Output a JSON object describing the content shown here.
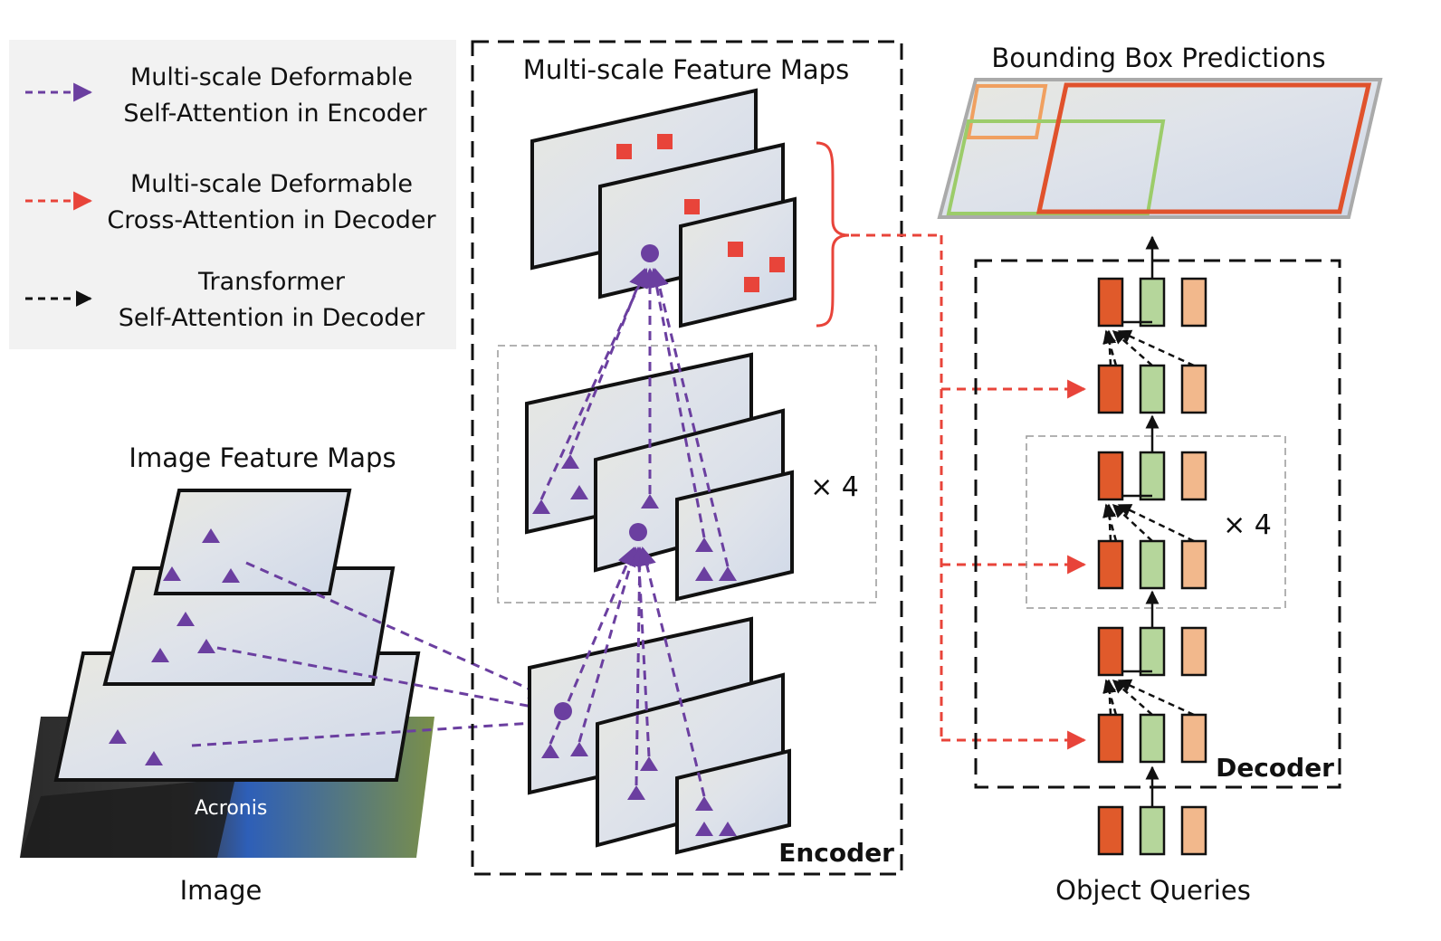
{
  "legend": {
    "items": [
      {
        "line1": "Multi-scale Deformable",
        "line2": "Self-Attention in Encoder",
        "color": "#6b3fa0"
      },
      {
        "line1": "Multi-scale Deformable",
        "line2": "Cross-Attention in Decoder",
        "color": "#e8443a"
      },
      {
        "line1": "Transformer",
        "line2": "Self-Attention in Decoder",
        "color": "#111111"
      }
    ]
  },
  "labels": {
    "image_feature_maps": "Image Feature Maps",
    "image": "Image",
    "multiscale_feature_maps": "Multi-scale Feature Maps",
    "encoder": "Encoder",
    "repeat_encoder": "× 4",
    "bbox_predictions": "Bounding Box Predictions",
    "decoder": "Decoder",
    "repeat_decoder": "× 4",
    "object_queries": "Object Queries",
    "jersey_text": "Acronis"
  },
  "colors": {
    "encoder_attention": "#6b3fa0",
    "decoder_cross_attention": "#e8443a",
    "query_red": "#e05a2b",
    "query_green": "#b5d69b",
    "query_orange": "#f2b88c",
    "box_orange": "#f0a060",
    "box_green": "#9ccc6a",
    "box_red": "#e0522c"
  },
  "icons": {
    "sampling_point": "triangle-marker",
    "query_point": "circle-marker",
    "reference_point": "square-marker"
  }
}
